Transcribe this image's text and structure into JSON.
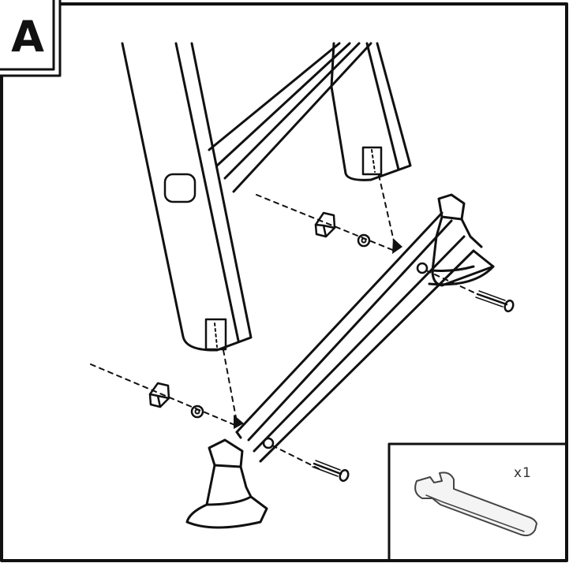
{
  "step": {
    "label": "A"
  },
  "tools": {
    "quantity": "x1",
    "tool_icon": "open-end-wrench"
  },
  "parts": {
    "nut_icon": "hex-nut",
    "washer_icon": "washer",
    "bolt_icon": "bolt"
  },
  "colors": {
    "line": "#111111",
    "background": "#ffffff",
    "wrench_fill": "#f4f4f4"
  }
}
